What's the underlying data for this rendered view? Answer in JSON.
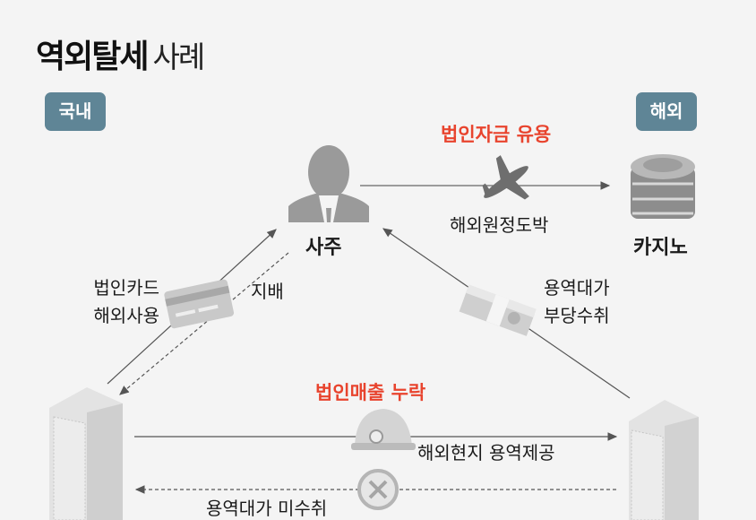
{
  "title": {
    "bold": "역외탈세",
    "light": "사례"
  },
  "badges": {
    "domestic": "국내",
    "overseas": "해외"
  },
  "nodes": {
    "owner": "사주",
    "casino": "카지노"
  },
  "top_flow": {
    "headline": "법인자금 유용",
    "label": "해외원정도박"
  },
  "left_flow": {
    "label_line1": "법인카드",
    "label_line2": "해외사용",
    "control": "지배"
  },
  "right_flow": {
    "label_line1": "용역대가",
    "label_line2": "부당수취"
  },
  "bottom_flow": {
    "headline": "법인매출 누락",
    "service": "해외현지 용역제공",
    "unpaid": "용역대가 미수취"
  },
  "colors": {
    "background": "#f4f4f4",
    "badge": "#5f8596",
    "accent_red": "#e8442e",
    "icon_gray": "#9a9a9a"
  }
}
